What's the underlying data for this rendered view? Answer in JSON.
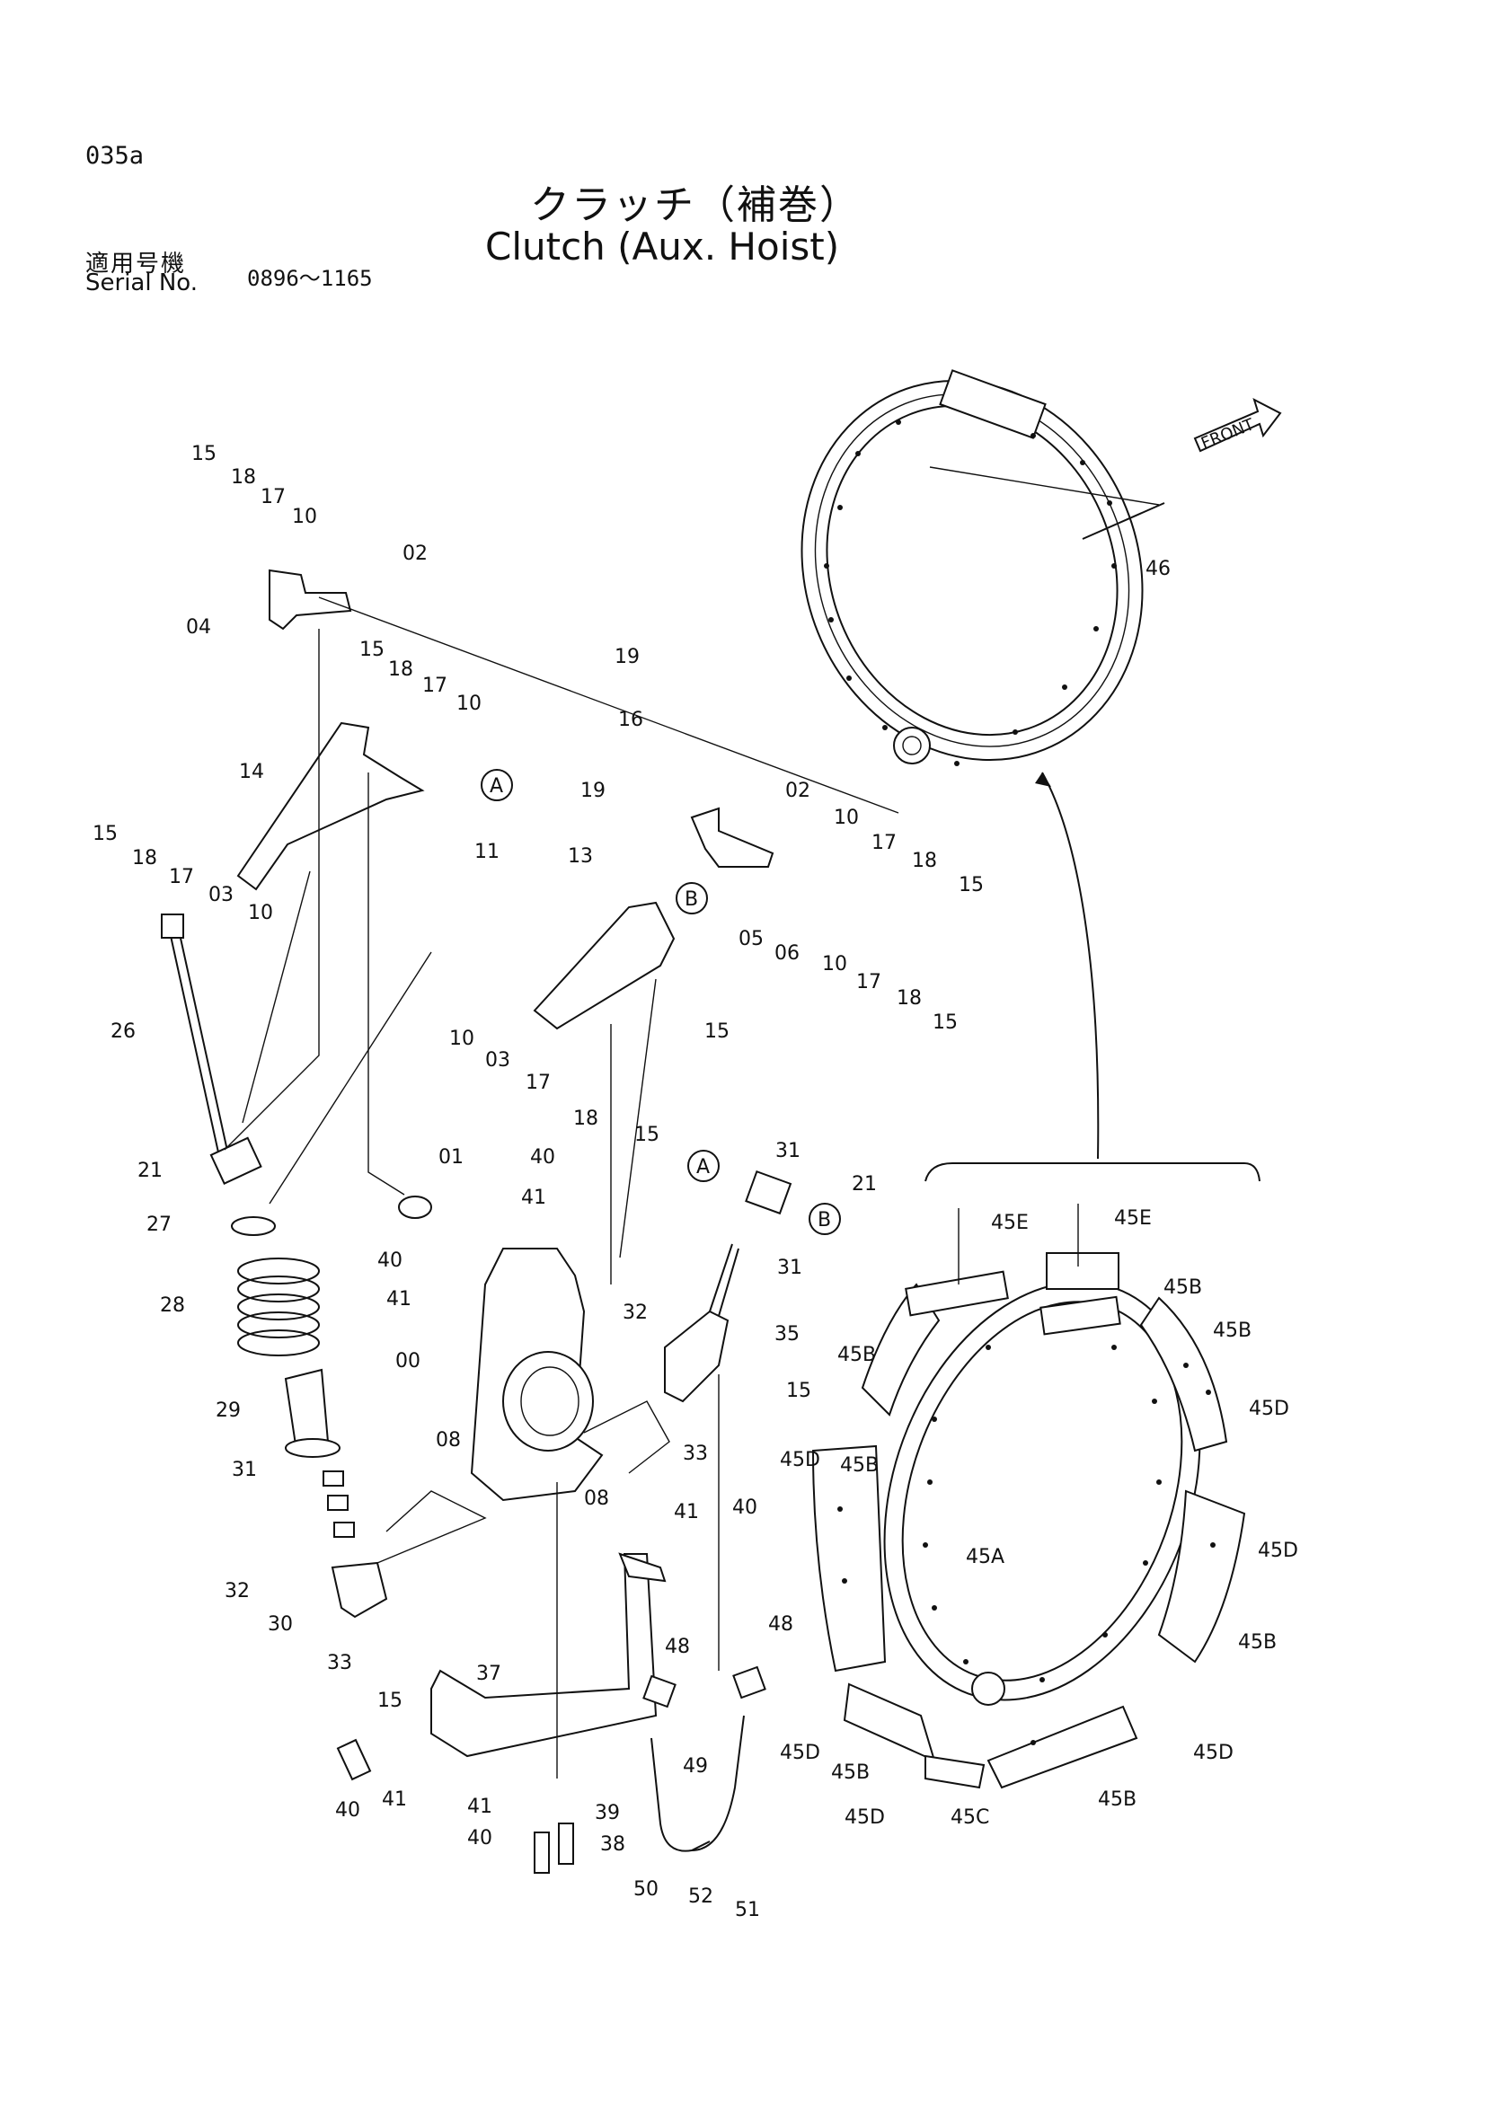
{
  "header": {
    "page_code": "035a",
    "title_jp": "クラッチ（補巻）",
    "title_en": "Clutch (Aux. Hoist)",
    "serial_label_jp": "適用号機",
    "serial_label_en": "Serial No.",
    "serial_range": "0896～1165"
  },
  "front_marker": "FRONT",
  "callouts": {
    "A": "A",
    "B": "B"
  },
  "parts": {
    "p00": "00",
    "p01": "01",
    "p02": "02",
    "p03": "03",
    "p04": "04",
    "p05": "05",
    "p06": "06",
    "p08": "08",
    "p10": "10",
    "p11": "11",
    "p13": "13",
    "p14": "14",
    "p15": "15",
    "p16": "16",
    "p17": "17",
    "p18": "18",
    "p19": "19",
    "p21": "21",
    "p26": "26",
    "p27": "27",
    "p28": "28",
    "p29": "29",
    "p30": "30",
    "p31": "31",
    "p32": "32",
    "p33": "33",
    "p35": "35",
    "p37": "37",
    "p38": "38",
    "p39": "39",
    "p40": "40",
    "p41": "41",
    "p45A": "45A",
    "p45B": "45B",
    "p45C": "45C",
    "p45D": "45D",
    "p45E": "45E",
    "p46": "46",
    "p48": "48",
    "p49": "49",
    "p50": "50",
    "p51": "51",
    "p52": "52"
  }
}
